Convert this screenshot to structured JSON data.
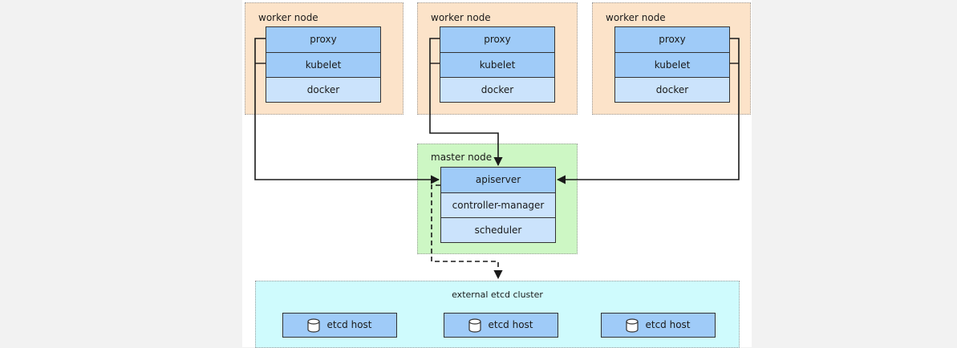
{
  "workers": [
    {
      "title": "worker node",
      "components": [
        "proxy",
        "kubelet",
        "docker"
      ]
    },
    {
      "title": "worker node",
      "components": [
        "proxy",
        "kubelet",
        "docker"
      ]
    },
    {
      "title": "worker node",
      "components": [
        "proxy",
        "kubelet",
        "docker"
      ]
    }
  ],
  "master": {
    "title": "master node",
    "components": [
      "apiserver",
      "controller-manager",
      "scheduler"
    ]
  },
  "etcd": {
    "title": "external etcd cluster",
    "hosts": [
      "etcd host",
      "etcd host",
      "etcd host"
    ]
  },
  "colors": {
    "worker_bg": "#fce3c9",
    "master_bg": "#cdf7c4",
    "etcd_bg": "#cffbfd",
    "component_dark": "#9fcbf8",
    "component_light": "#cbe3fc"
  }
}
